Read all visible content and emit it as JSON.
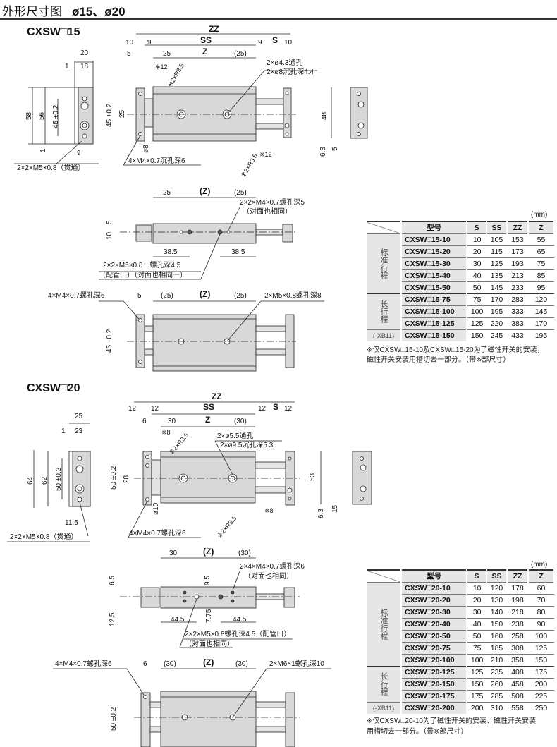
{
  "header": {
    "title": "外形尺寸图",
    "sizes": "ø15、ø20"
  },
  "s15": {
    "heading": "CXSW□15",
    "side": [
      "20",
      "1",
      "18",
      "58",
      "56",
      "45 ±0.2",
      "1",
      "9",
      "2×2×M5×0.8（贯通）"
    ],
    "top": [
      "ZZ",
      "10",
      "9",
      "SS",
      "9",
      "S",
      "10",
      "5",
      "25",
      "Z",
      "(25)",
      "※12",
      "※2×R3.5",
      "2×ø4.3通孔",
      "2×ø8沉孔深4.4",
      "45 ±0.2",
      "25",
      "ø8",
      "※2×R3.5",
      "※12",
      "4×M4×0.7沉孔深6"
    ],
    "end": [
      "48",
      "6.3",
      "5"
    ],
    "mid": [
      "25",
      "(Z)",
      "(25)",
      "2×2×M4×0.7螺孔深5",
      "（对面也相同）",
      "5",
      "10",
      "38.5",
      "38.5",
      "2×2×M5×0.8　螺孔深4.5",
      "（配管口）（对面也相同一）"
    ],
    "bottom": [
      "4×M4×0.7螺孔深6",
      "5",
      "(25)",
      "(Z)",
      "(25)",
      "2×M5×0.8螺孔深8",
      "45 ±0.2"
    ],
    "table": {
      "unit": "(mm)",
      "headers": [
        "型号",
        "S",
        "SS",
        "ZZ",
        "Z"
      ],
      "group_standard": "标准行程",
      "group_long": "长行程",
      "group_long_code": "(-XB11)",
      "rows": [
        [
          "CXSW□15-10",
          "10",
          "105",
          "153",
          "55"
        ],
        [
          "CXSW□15-20",
          "20",
          "115",
          "173",
          "65"
        ],
        [
          "CXSW□15-30",
          "30",
          "125",
          "193",
          "75"
        ],
        [
          "CXSW□15-40",
          "40",
          "135",
          "213",
          "85"
        ],
        [
          "CXSW□15-50",
          "50",
          "145",
          "233",
          "95"
        ],
        [
          "CXSW□15-75",
          "75",
          "170",
          "283",
          "120"
        ],
        [
          "CXSW□15-100",
          "100",
          "195",
          "333",
          "145"
        ],
        [
          "CXSW□15-125",
          "125",
          "220",
          "383",
          "170"
        ],
        [
          "CXSW□15-150",
          "150",
          "245",
          "433",
          "195"
        ]
      ],
      "standard_count": 5,
      "notes": [
        "※仅CXSW□15-10及CXSW□15-20为了磁性开关的安装，",
        "磁性开关安装用槽切去一部分。（带※部尺寸）"
      ]
    }
  },
  "s20": {
    "heading": "CXSW□20",
    "side": [
      "25",
      "1",
      "23",
      "64",
      "62",
      "50 ±0.2",
      "11.5",
      "2×2×M5×0.8（贯通）"
    ],
    "top": [
      "ZZ",
      "12",
      "12",
      "SS",
      "12",
      "S",
      "12",
      "6",
      "30",
      "Z",
      "(30)",
      "※8",
      "※2×R3.5",
      "2×ø5.5通孔",
      "2×ø9.5沉孔深5.3",
      "50 ±0.2",
      "28",
      "ø10",
      "※8",
      "※2×R3.5",
      "4×M4×0.7螺孔深6"
    ],
    "end": [
      "53",
      "6.3",
      "15"
    ],
    "mid": [
      "30",
      "(Z)",
      "(30)",
      "2×4×M4×0.7螺孔深6",
      "（对面也相同）",
      "6.5",
      "9.5",
      "7.75",
      "12.5",
      "44.5",
      "44.5",
      "2×2×M5×0.8螺孔深4.5（配管口）",
      "（对面也相同）"
    ],
    "bottom": [
      "4×M4×0.7螺孔深6",
      "6",
      "(30)",
      "(Z)",
      "(30)",
      "2×M6×1螺孔深10",
      "50 ±0.2"
    ],
    "table": {
      "unit": "(mm)",
      "headers": [
        "型号",
        "S",
        "SS",
        "ZZ",
        "Z"
      ],
      "group_standard": "标准行程",
      "group_long": "长行程",
      "group_long_code": "(-XB11)",
      "rows": [
        [
          "CXSW□20-10",
          "10",
          "120",
          "178",
          "60"
        ],
        [
          "CXSW□20-20",
          "20",
          "130",
          "198",
          "70"
        ],
        [
          "CXSW□20-30",
          "30",
          "140",
          "218",
          "80"
        ],
        [
          "CXSW□20-40",
          "40",
          "150",
          "238",
          "90"
        ],
        [
          "CXSW□20-50",
          "50",
          "160",
          "258",
          "100"
        ],
        [
          "CXSW□20-75",
          "75",
          "185",
          "308",
          "125"
        ],
        [
          "CXSW□20-100",
          "100",
          "210",
          "358",
          "150"
        ],
        [
          "CXSW□20-125",
          "125",
          "235",
          "408",
          "175"
        ],
        [
          "CXSW□20-150",
          "150",
          "260",
          "458",
          "200"
        ],
        [
          "CXSW□20-175",
          "175",
          "285",
          "508",
          "225"
        ],
        [
          "CXSW□20-200",
          "200",
          "310",
          "558",
          "250"
        ]
      ],
      "standard_count": 7,
      "notes": [
        "※仅CXSW□20-10为了磁性开关的安装、磁性开关安装",
        "用槽切去一部分。（带※部尺寸）"
      ]
    }
  }
}
